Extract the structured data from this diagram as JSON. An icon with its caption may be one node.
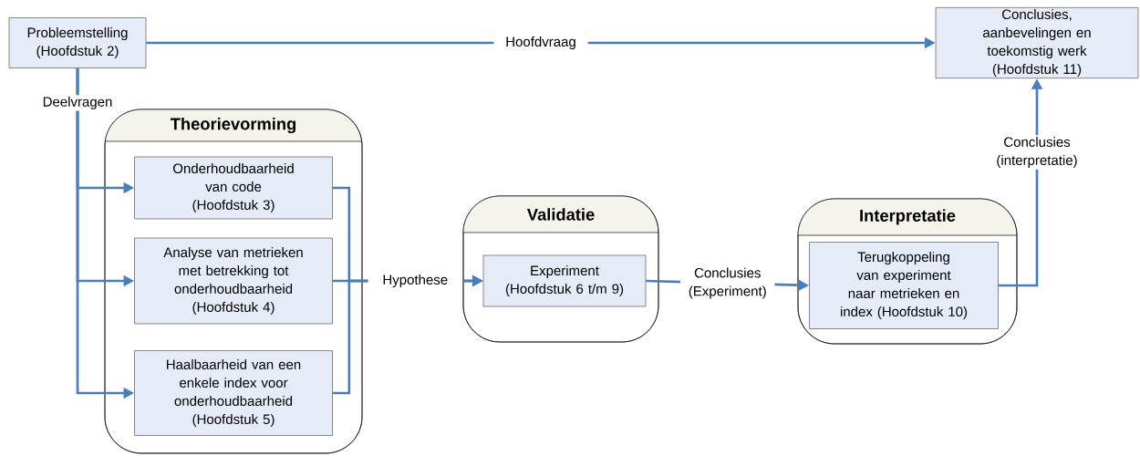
{
  "diagram": {
    "nodes": [
      {
        "text": [
          "Probleemstelling (Hoofdstuk 2)"
        ]
      },
      {
        "text": [
          "Conclusies, aanbevelingen en toekomstig werk (Hoofdstuk 11)"
        ]
      },
      {
        "text": [
          "Theorievorming"
        ]
      },
      {
        "text": [
          "Onderhoudbaarheid van code (Hoofdstuk 3)"
        ],
        "in": 2
      },
      {
        "text": [
          "Analyse van metrieken met betrekking tot onderhoudbaarheid (Hoofdstuk 4)"
        ],
        "in": 2
      },
      {
        "text": [
          "Haalbaarheid van een enkele index voor onderhoudbaarheid (Hoofdstuk 5)"
        ],
        "in": 2
      },
      {
        "text": [
          "Validatie"
        ]
      },
      {
        "text": [
          "Experiment (Hoofdstuk 6 t/m 9)"
        ],
        "in": 6
      },
      {
        "text": [
          "Interpretatie"
        ]
      },
      {
        "text": [
          "Terugkoppeling van experiment naar metrieken en index (Hoofdstuk 10)"
        ],
        "in": 8
      }
    ],
    "edges": [
      {
        "from": 0,
        "to": 1,
        "arrow": "to",
        "label": "Hoofdvraag"
      },
      {
        "from": 0,
        "to": 3,
        "arrow": "to",
        "label": "Deelvragen"
      },
      {
        "from": 0,
        "to": 4,
        "arrow": "to"
      },
      {
        "from": 0,
        "to": 5,
        "arrow": "to"
      },
      {
        "from": 3,
        "to": 7,
        "arrow": "to"
      },
      {
        "from": 4,
        "to": 7,
        "arrow": "to",
        "label": "Hypothese"
      },
      {
        "from": 5,
        "to": 7,
        "arrow": "to"
      },
      {
        "from": 7,
        "to": 9,
        "arrow": "to",
        "label": "Conclusies (Experiment)"
      },
      {
        "from": 9,
        "to": 1,
        "arrow": "to",
        "label": "Conclusies (interpretatie)"
      }
    ]
  }
}
